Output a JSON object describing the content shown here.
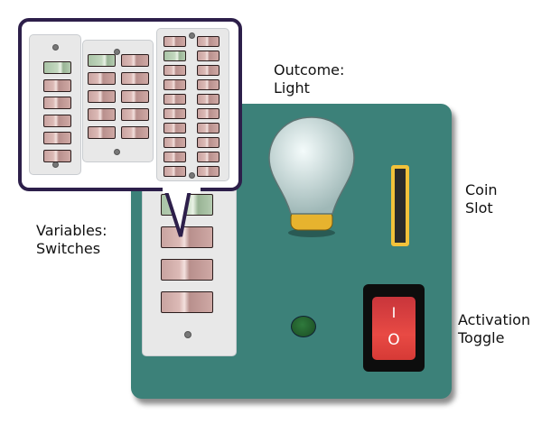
{
  "labels": {
    "outcome": [
      "Outcome:",
      "Light"
    ],
    "coin": [
      "Coin",
      "Slot"
    ],
    "variables": [
      "Variables:",
      "Switches"
    ],
    "activation": [
      "Activation",
      "Toggle"
    ]
  },
  "toggle_symbols": {
    "on": "I",
    "off": "O"
  },
  "main_switches": [
    true,
    false,
    false,
    false
  ],
  "callout_panels": [
    {
      "columns": [
        [
          true,
          false,
          false,
          false,
          false,
          false
        ]
      ]
    },
    {
      "columns": [
        [
          true,
          false,
          false,
          false,
          false
        ],
        [
          false,
          false,
          false,
          false,
          false
        ]
      ]
    },
    {
      "columns": [
        [
          false,
          true,
          false,
          false,
          false,
          false,
          false,
          false,
          false,
          false
        ],
        [
          false,
          false,
          false,
          false,
          false,
          false,
          false,
          false,
          false,
          false
        ]
      ]
    }
  ],
  "colors": {
    "board": "#3c8179",
    "switch_on": "#b4cbb0",
    "switch_off": "#d2aeaa",
    "toggle": "#d83a3a",
    "coin_slot_border": "#f2c23a"
  }
}
